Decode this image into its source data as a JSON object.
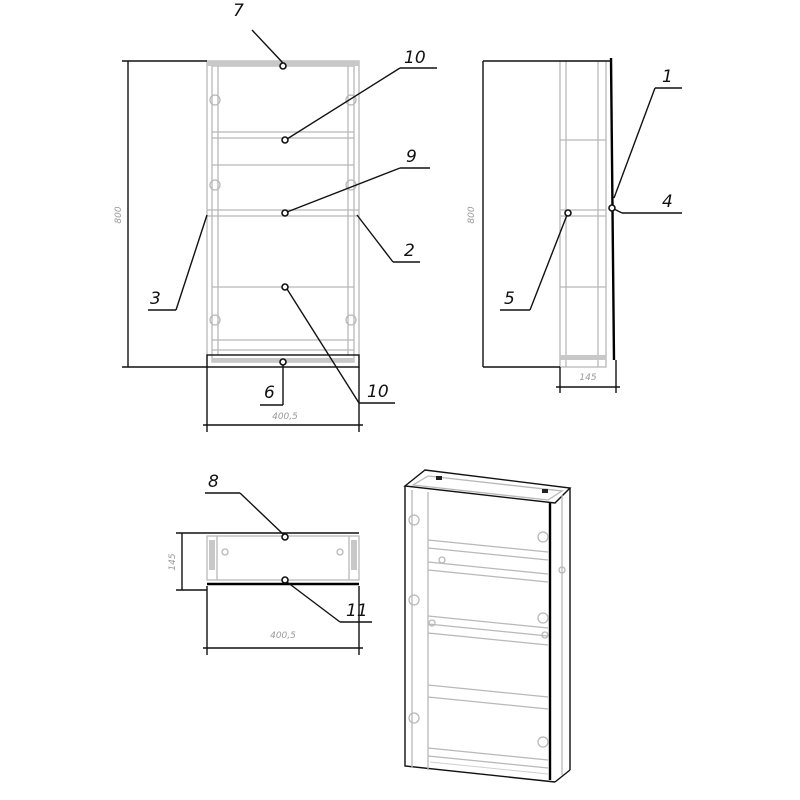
{
  "drawing": {
    "front_view": {
      "height_dim": "800",
      "width_dim": "400,5",
      "callouts": {
        "c7": "7",
        "c10a": "10",
        "c9": "9",
        "c2": "2",
        "c3": "3",
        "c10b": "10",
        "c6": "6"
      }
    },
    "side_view": {
      "height_dim": "800",
      "depth_dim": "145",
      "callouts": {
        "c1": "1",
        "c4": "4",
        "c5": "5"
      }
    },
    "top_view": {
      "depth_dim": "145",
      "width_dim": "400,5",
      "callouts": {
        "c8": "8",
        "c11": "11"
      }
    },
    "colors": {
      "line": "#111111",
      "part": "#b8b8b8"
    }
  }
}
